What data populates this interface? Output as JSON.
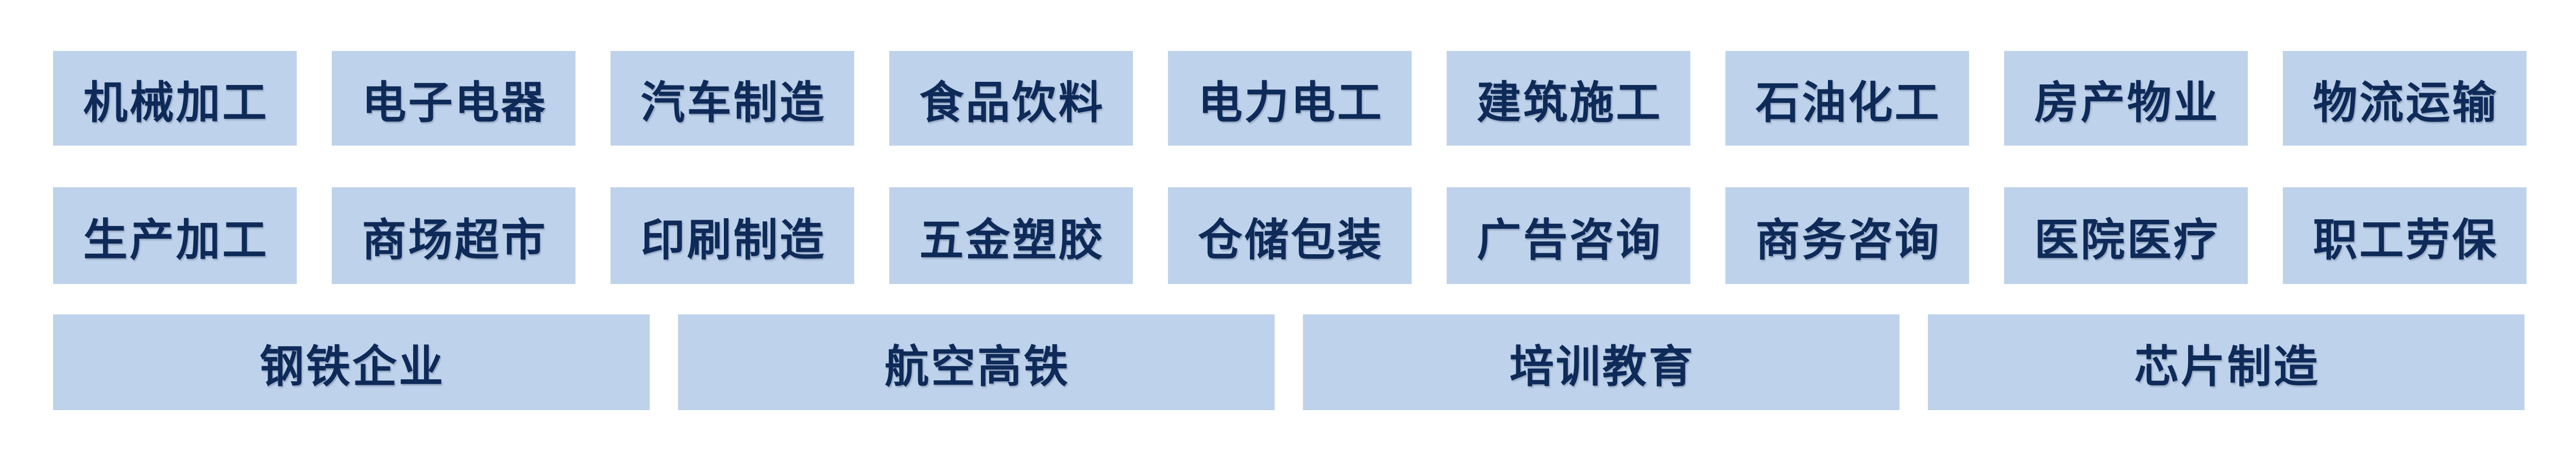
{
  "page": {
    "background_color": "#ffffff"
  },
  "tiles": {
    "background_color": "#bed2eb",
    "text_color": "#0e2a58"
  },
  "rows": [
    {
      "items": [
        "机械加工",
        "电子电器",
        "汽车制造",
        "食品饮料",
        "电力电工",
        "建筑施工",
        "石油化工",
        "房产物业",
        "物流运输"
      ]
    },
    {
      "items": [
        "生产加工",
        "商场超市",
        "印刷制造",
        "五金塑胶",
        "仓储包装",
        "广告咨询",
        "商务咨询",
        "医院医疗",
        "职工劳保"
      ]
    },
    {
      "items": [
        "钢铁企业",
        "航空高铁",
        "培训教育",
        "芯片制造"
      ]
    }
  ]
}
